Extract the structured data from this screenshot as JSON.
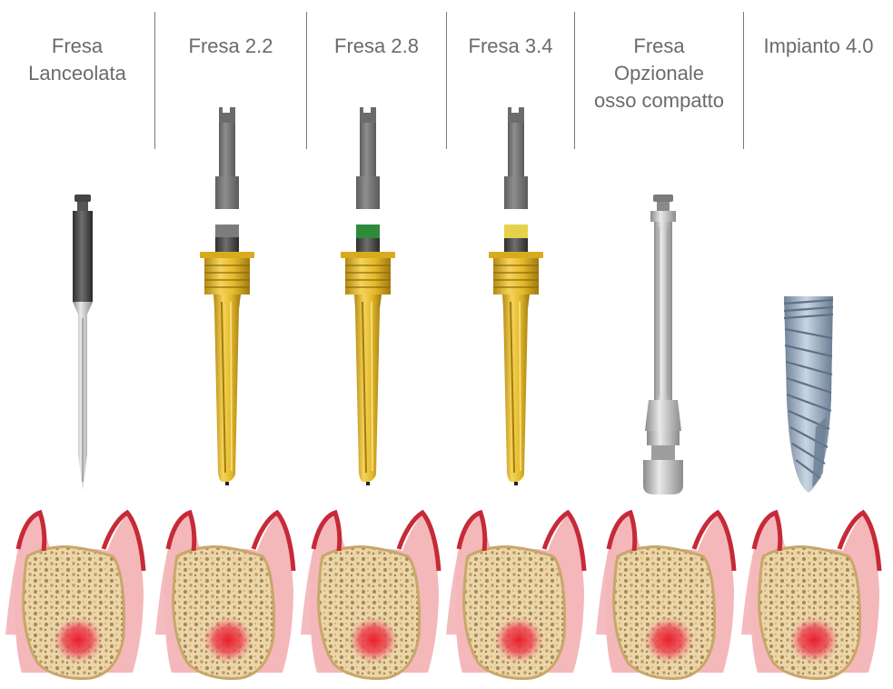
{
  "columns": [
    {
      "label_lines": [
        "Fresa",
        "Lanceolata"
      ],
      "tool": "lance-drill"
    },
    {
      "label_lines": [
        "Fresa 2.2"
      ],
      "tool": "twist-drill",
      "band_color": "#7c7c7c"
    },
    {
      "label_lines": [
        "Fresa 2.8"
      ],
      "tool": "twist-drill",
      "band_color": "#2e8b3a"
    },
    {
      "label_lines": [
        "Fresa 3.4"
      ],
      "tool": "twist-drill",
      "band_color": "#e6d24a"
    },
    {
      "label_lines": [
        "Fresa",
        "Opzionale",
        "osso compatto"
      ],
      "tool": "bone-tap-drill"
    },
    {
      "label_lines": [
        "Impianto 4.0"
      ],
      "tool": "dental-implant"
    }
  ],
  "colors": {
    "label_text": "#6b6b6b",
    "divider": "#7a7a7a",
    "drill_gold": "#e3b92b",
    "shank_grey": "#7d7d7d",
    "steel": "#b8b8b8",
    "implant_blue": "#9aacbf",
    "gum_red": "#d43a48",
    "bone": "#e7d2a2",
    "target_red": "#e8202d"
  }
}
